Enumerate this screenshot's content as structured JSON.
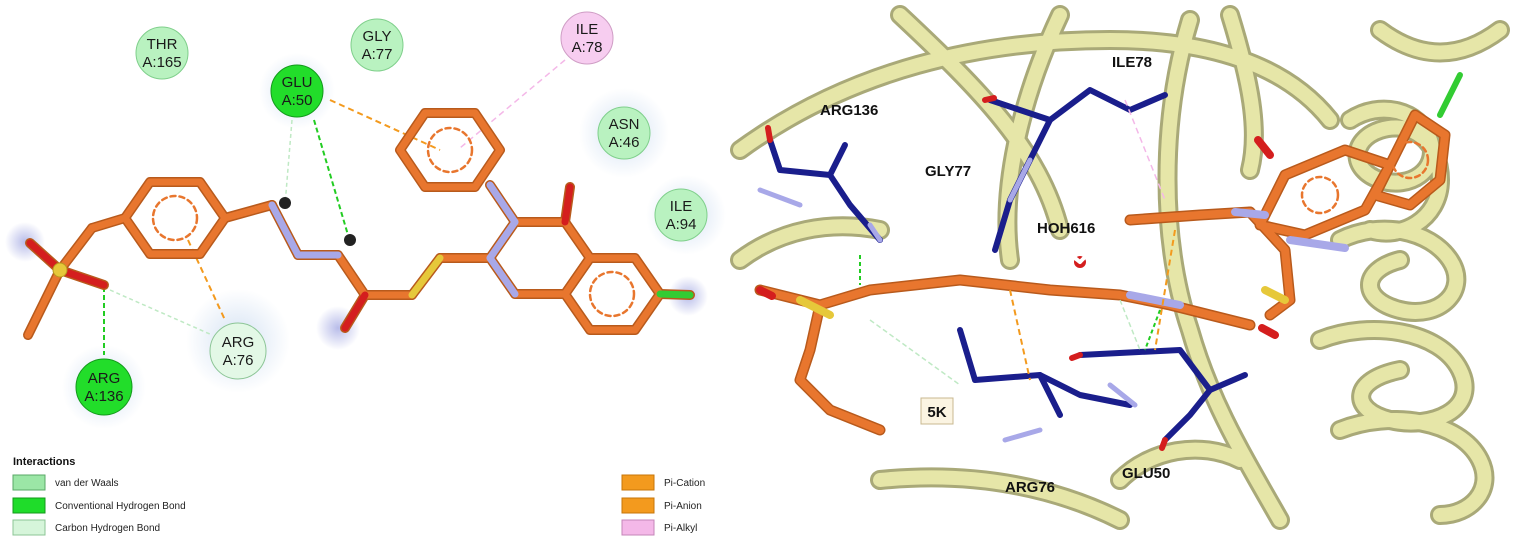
{
  "left_panel": {
    "residues": [
      {
        "id": "thr165",
        "line1": "THR",
        "line2": "A:165",
        "type": "vdw"
      },
      {
        "id": "gly77",
        "line1": "GLY",
        "line2": "A:77",
        "type": "vdw"
      },
      {
        "id": "ile78",
        "line1": "ILE",
        "line2": "A:78",
        "type": "pi_alkyl"
      },
      {
        "id": "glu50",
        "line1": "GLU",
        "line2": "A:50",
        "type": "conv_hbond"
      },
      {
        "id": "asn46",
        "line1": "ASN",
        "line2": "A:46",
        "type": "vdw"
      },
      {
        "id": "ile94",
        "line1": "ILE",
        "line2": "A:94",
        "type": "vdw"
      },
      {
        "id": "arg76",
        "line1": "ARG",
        "line2": "A:76",
        "type": "carbon_hbond"
      },
      {
        "id": "arg136",
        "line1": "ARG",
        "line2": "A:136",
        "type": "conv_hbond"
      }
    ],
    "legend": {
      "title": "Interactions",
      "items": [
        {
          "label": "van der Waals",
          "color": "#9be6a6",
          "stroke": "#5aa867"
        },
        {
          "label": "Conventional Hydrogen Bond",
          "color": "#1fdc2a",
          "stroke": "#139a1b"
        },
        {
          "label": "Carbon Hydrogen Bond",
          "color": "#d6f5da",
          "stroke": "#8cc596"
        },
        {
          "label": "Pi-Cation",
          "color": "#f39a1e",
          "stroke": "#c77608"
        },
        {
          "label": "Pi-Anion",
          "color": "#f39a1e",
          "stroke": "#c77608"
        },
        {
          "label": "Pi-Alkyl",
          "color": "#f4b8e8",
          "stroke": "#c486b8"
        }
      ]
    }
  },
  "right_panel": {
    "labels": [
      {
        "id": "ile78",
        "text": "ILE78"
      },
      {
        "id": "arg136",
        "text": "ARG136"
      },
      {
        "id": "gly77",
        "text": "GLY77"
      },
      {
        "id": "hoh616",
        "text": "HOH616"
      },
      {
        "id": "arg76",
        "text": "ARG76"
      },
      {
        "id": "glu50",
        "text": "GLU50"
      },
      {
        "id": "5k",
        "text": "5K"
      }
    ]
  },
  "colors": {
    "ligand": "#e8762e",
    "ligand_dark": "#b85a1c",
    "nitrogen": "#a8a8e8",
    "oxygen": "#d41e1e",
    "sulfur": "#e6c83a",
    "chlorine": "#33cc33",
    "protein": "#1a1e8c",
    "ribbon": "#e6e6a8",
    "ribbon_edge": "#a9a978"
  }
}
